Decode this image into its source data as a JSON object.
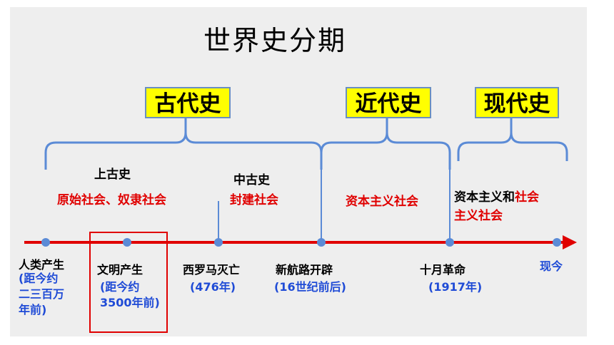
{
  "title": "世界史分期",
  "eras": {
    "ancient": "古代史",
    "modern": "近代史",
    "contemporary": "现代史"
  },
  "periods": {
    "upper_ancient": "上古史",
    "upper_ancient_society": "原始社会、奴隶社会",
    "middle_ancient": "中古史",
    "middle_ancient_society": "封建社会",
    "modern_society": "资本主义社会",
    "contemporary_society_part1": "资本主义和",
    "contemporary_society_part2": "社会",
    "contemporary_society_part3": "主义社会"
  },
  "events": {
    "human_origin": "人类产生",
    "human_origin_note": [
      "(距今约",
      "二三百万",
      "年前)"
    ],
    "civilization": "文明产生",
    "civilization_note": [
      "(距今约",
      "3500年前)"
    ],
    "rome_fall": "西罗马灭亡",
    "rome_fall_note": "(476年)",
    "new_route": "新航路开辟",
    "new_route_note": "(16世纪前后)",
    "october_revolution": "十月革命",
    "october_revolution_note": "(1917年)",
    "present": "现今"
  },
  "colors": {
    "timeline": "#e00000",
    "node": "#5b8bd6",
    "brace": "#5b8bd6",
    "era_bg": "#ffff00",
    "note_blue": "#1f4bd6",
    "society_red": "#e00000"
  }
}
